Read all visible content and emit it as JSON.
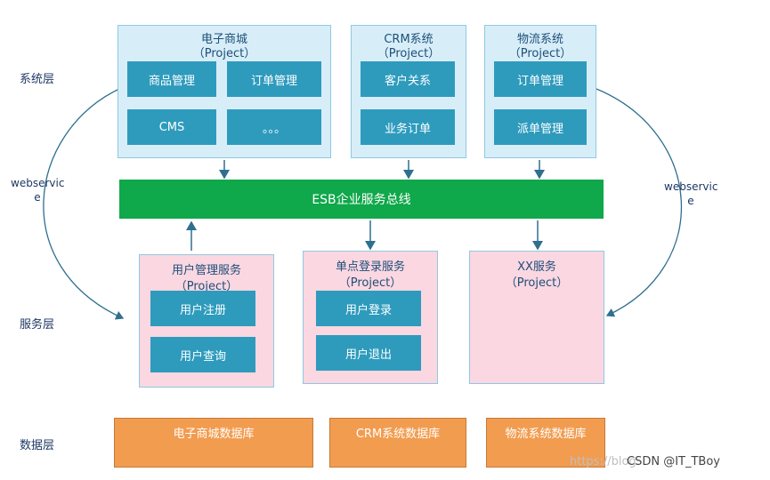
{
  "layers": {
    "system": "系统层",
    "service": "服务层",
    "data": "数据层"
  },
  "system_boxes": [
    {
      "title": "电子商城",
      "sub": "（Project）",
      "modules": [
        "商品管理",
        "订单管理",
        "CMS",
        "。。。"
      ]
    },
    {
      "title": "CRM系统",
      "sub": "（Project）",
      "modules": [
        "客户关系",
        "业务订单"
      ]
    },
    {
      "title": "物流系统",
      "sub": "（Project）",
      "modules": [
        "订单管理",
        "派单管理"
      ]
    }
  ],
  "esb": {
    "label": "ESB企业服务总线"
  },
  "service_boxes": [
    {
      "title": "用户管理服务",
      "sub": "（Project）",
      "modules": [
        "用户注册",
        "用户查询"
      ]
    },
    {
      "title": "单点登录服务",
      "sub": "（Project）",
      "modules": [
        "用户登录",
        "用户退出"
      ]
    },
    {
      "title": "XX服务",
      "sub": "（Project）",
      "modules": []
    }
  ],
  "data_boxes": [
    {
      "title": "电子商城数据库"
    },
    {
      "title": "CRM系统数据库"
    },
    {
      "title": "物流系统数据库"
    }
  ],
  "webservice": {
    "left_line1": "webservic",
    "left_line2": "e",
    "right_line1": "webservic",
    "right_line2": "e"
  },
  "footer": {
    "watermark": "https://blog.",
    "credit": "CSDN @IT_TBoy"
  },
  "colors": {
    "system_bg": "#d7eef8",
    "module": "#2e9bbd",
    "esb": "#0fa84a",
    "service_bg": "#fad7e1",
    "db_bg": "#f29c50",
    "cylinder": "#c8dc6a"
  }
}
